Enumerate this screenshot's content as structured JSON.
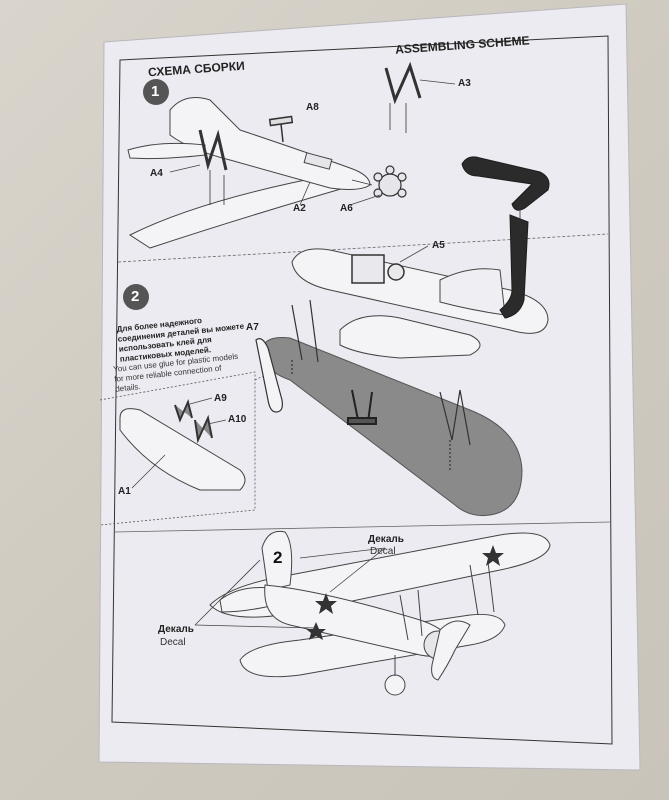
{
  "header": {
    "title_ru": "СХЕМА СБОРКИ",
    "title_en": "ASSEMBLING SCHEME"
  },
  "steps": [
    {
      "number": "1"
    },
    {
      "number": "2"
    }
  ],
  "parts": {
    "a1": "A1",
    "a2": "A2",
    "a3": "A3",
    "a4": "A4",
    "a5": "A5",
    "a6": "A6",
    "a7": "A7",
    "a8": "A8",
    "a9": "A9",
    "a10": "A10"
  },
  "notes": {
    "glue_ru": "Для более надежного соединения деталей вы можете использовать клей для пластиковых моделей.",
    "glue_en": "You can use glue for plastic models for more reliable connection of details."
  },
  "decals": {
    "label_ru": "Декаль",
    "label_en": "Decal",
    "tail_number": "2"
  },
  "colors": {
    "paper": "#ecebf1",
    "ink": "#2a2a2a",
    "background": "#d3cfc6",
    "gray_wing": "#8a8a8a",
    "stand": "#2b2b2b"
  }
}
